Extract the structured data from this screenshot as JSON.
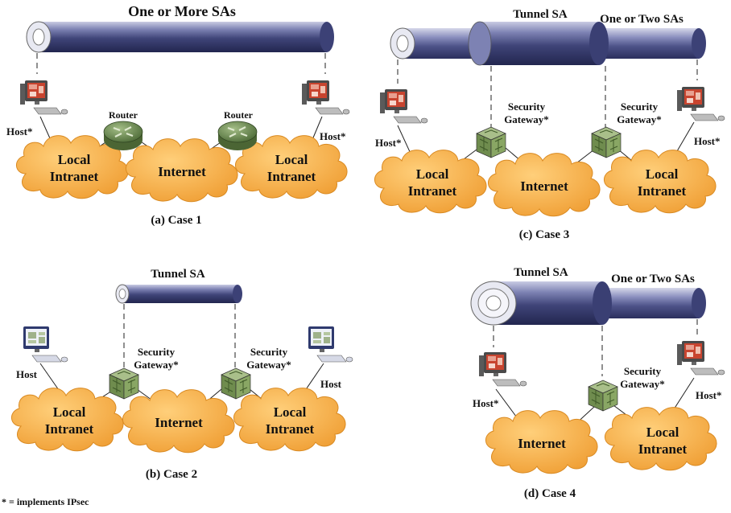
{
  "case1": {
    "caption": "(a) Case 1",
    "tunnel_label": "One or More SAs",
    "router_left": "Router",
    "router_right": "Router",
    "host_left": "Host*",
    "host_right": "Host*",
    "cloud_left": [
      "Local",
      "Intranet"
    ],
    "cloud_mid": "Internet",
    "cloud_right": [
      "Local",
      "Intranet"
    ]
  },
  "case2": {
    "caption": "(b) Case 2",
    "tunnel_label": "Tunnel SA",
    "gateway_left": [
      "Security",
      "Gateway*"
    ],
    "gateway_right": [
      "Security",
      "Gateway*"
    ],
    "host_left": "Host",
    "host_right": "Host",
    "cloud_left": [
      "Local",
      "Intranet"
    ],
    "cloud_mid": "Internet",
    "cloud_right": [
      "Local",
      "Intranet"
    ]
  },
  "case3": {
    "caption": "(c) Case 3",
    "tunnel_label_outer": "Tunnel SA",
    "tunnel_label_inner": "One or Two SAs",
    "gateway_left": [
      "Security",
      "Gateway*"
    ],
    "gateway_right": [
      "Security",
      "Gateway*"
    ],
    "host_left": "Host*",
    "host_right": "Host*",
    "cloud_left": [
      "Local",
      "Intranet"
    ],
    "cloud_mid": "Internet",
    "cloud_right": [
      "Local",
      "Intranet"
    ]
  },
  "case4": {
    "caption": "(d) Case 4",
    "tunnel_label_outer": "Tunnel SA",
    "tunnel_label_inner": "One or Two SAs",
    "gateway_right": [
      "Security",
      "Gateway*"
    ],
    "host_left": "Host*",
    "host_right": "Host*",
    "cloud_mid": "Internet",
    "cloud_right": [
      "Local",
      "Intranet"
    ]
  },
  "footnote": "* = implements IPsec",
  "colors": {
    "cloud": "#f2a23a",
    "tube": "#5a5f96",
    "router": "#6f8f55",
    "gateway": "#7e9c5a"
  }
}
